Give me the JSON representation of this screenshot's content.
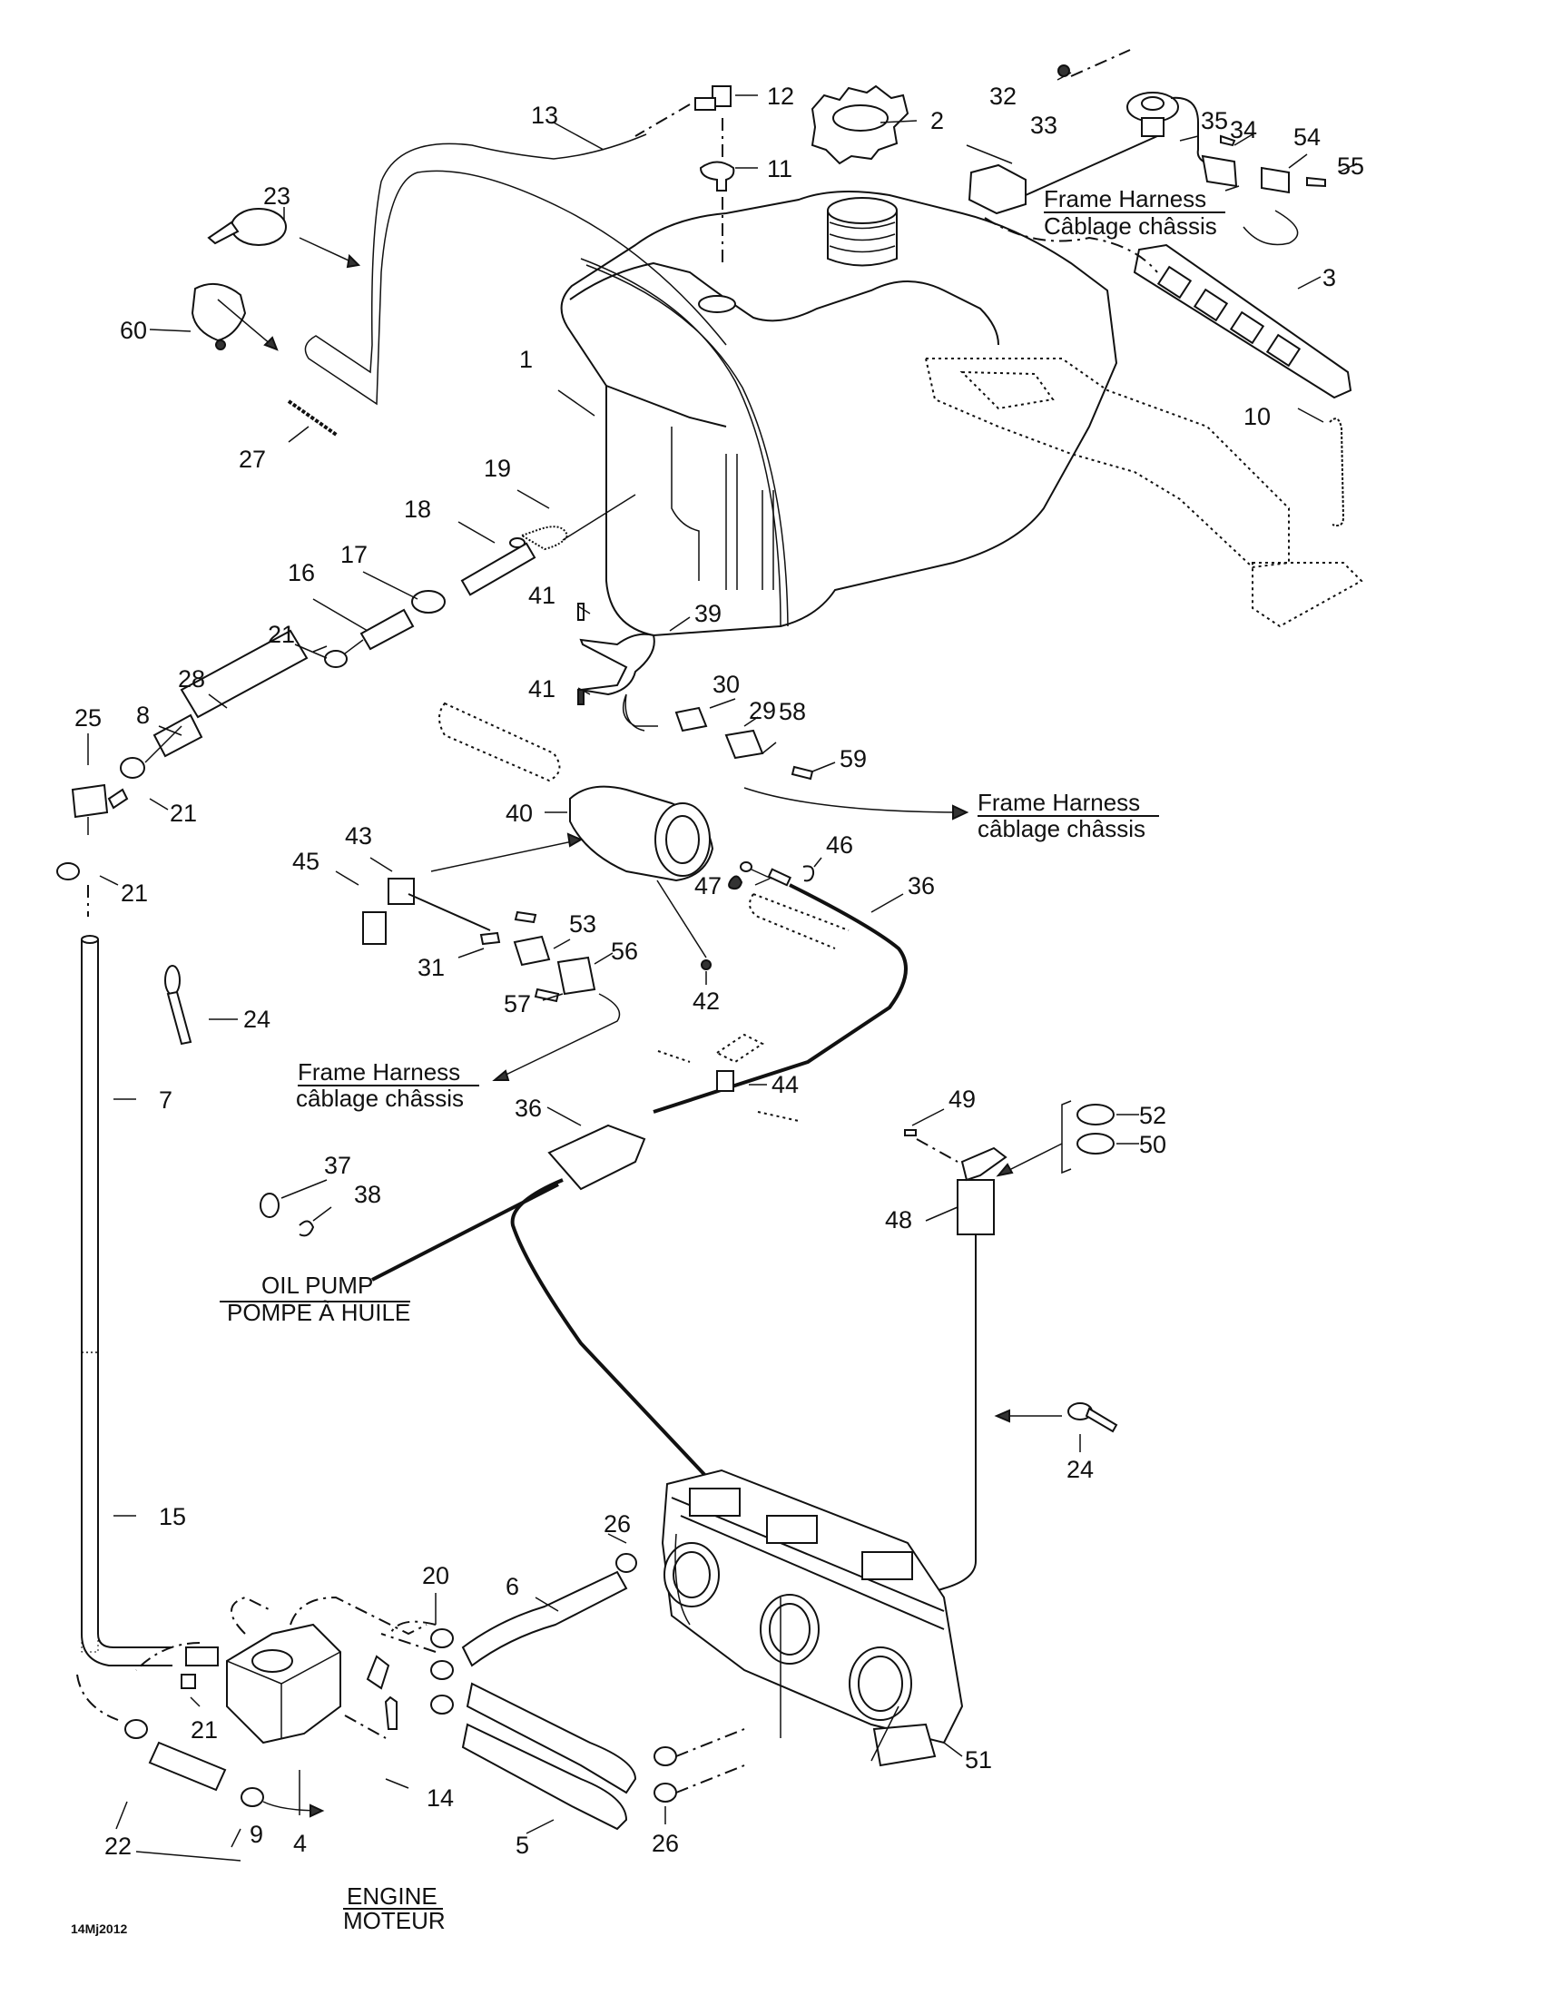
{
  "diagram": {
    "title": "Fuel / Oil System Exploded Parts Diagram",
    "footer_code": "14Mj2012",
    "part_callouts": [
      {
        "id": "p1",
        "label": "1"
      },
      {
        "id": "p2",
        "label": "2"
      },
      {
        "id": "p3",
        "label": "3"
      },
      {
        "id": "p4",
        "label": "4"
      },
      {
        "id": "p5",
        "label": "5"
      },
      {
        "id": "p6",
        "label": "6"
      },
      {
        "id": "p7",
        "label": "7"
      },
      {
        "id": "p8",
        "label": "8"
      },
      {
        "id": "p9",
        "label": "9"
      },
      {
        "id": "p10",
        "label": "10"
      },
      {
        "id": "p11",
        "label": "11"
      },
      {
        "id": "p12",
        "label": "12"
      },
      {
        "id": "p13",
        "label": "13"
      },
      {
        "id": "p14",
        "label": "14"
      },
      {
        "id": "p15",
        "label": "15"
      },
      {
        "id": "p16",
        "label": "16"
      },
      {
        "id": "p17",
        "label": "17"
      },
      {
        "id": "p18",
        "label": "18"
      },
      {
        "id": "p19",
        "label": "19"
      },
      {
        "id": "p20",
        "label": "20"
      },
      {
        "id": "p21a",
        "label": "21"
      },
      {
        "id": "p21b",
        "label": "21"
      },
      {
        "id": "p21c",
        "label": "21"
      },
      {
        "id": "p21d",
        "label": "21"
      },
      {
        "id": "p22",
        "label": "22"
      },
      {
        "id": "p23",
        "label": "23"
      },
      {
        "id": "p24a",
        "label": "24"
      },
      {
        "id": "p24b",
        "label": "24"
      },
      {
        "id": "p25",
        "label": "25"
      },
      {
        "id": "p26a",
        "label": "26"
      },
      {
        "id": "p26b",
        "label": "26"
      },
      {
        "id": "p27",
        "label": "27"
      },
      {
        "id": "p28",
        "label": "28"
      },
      {
        "id": "p29",
        "label": "29"
      },
      {
        "id": "p30",
        "label": "30"
      },
      {
        "id": "p31",
        "label": "31"
      },
      {
        "id": "p32",
        "label": "32"
      },
      {
        "id": "p33",
        "label": "33"
      },
      {
        "id": "p34",
        "label": "34"
      },
      {
        "id": "p35",
        "label": "35"
      },
      {
        "id": "p36a",
        "label": "36"
      },
      {
        "id": "p36b",
        "label": "36"
      },
      {
        "id": "p37",
        "label": "37"
      },
      {
        "id": "p38",
        "label": "38"
      },
      {
        "id": "p39",
        "label": "39"
      },
      {
        "id": "p40",
        "label": "40"
      },
      {
        "id": "p41a",
        "label": "41"
      },
      {
        "id": "p41b",
        "label": "41"
      },
      {
        "id": "p42",
        "label": "42"
      },
      {
        "id": "p43",
        "label": "43"
      },
      {
        "id": "p44",
        "label": "44"
      },
      {
        "id": "p45",
        "label": "45"
      },
      {
        "id": "p46",
        "label": "46"
      },
      {
        "id": "p47",
        "label": "47"
      },
      {
        "id": "p48",
        "label": "48"
      },
      {
        "id": "p49",
        "label": "49"
      },
      {
        "id": "p50",
        "label": "50"
      },
      {
        "id": "p51",
        "label": "51"
      },
      {
        "id": "p52",
        "label": "52"
      },
      {
        "id": "p53",
        "label": "53"
      },
      {
        "id": "p54",
        "label": "54"
      },
      {
        "id": "p55",
        "label": "55"
      },
      {
        "id": "p56",
        "label": "56"
      },
      {
        "id": "p57",
        "label": "57"
      },
      {
        "id": "p58",
        "label": "58"
      },
      {
        "id": "p59",
        "label": "59"
      },
      {
        "id": "p60",
        "label": "60"
      }
    ],
    "notes": {
      "frame_harness_top": {
        "en": "Frame Harness",
        "fr": "Câblage châssis"
      },
      "frame_harness_mid": {
        "en": "Frame Harness",
        "fr": "câblage châssis"
      },
      "frame_harness_left": {
        "en": "Frame Harness",
        "fr": "câblage châssis"
      },
      "oil_pump": {
        "en": "OIL PUMP",
        "fr": "POMPE À HUILE"
      },
      "engine": {
        "en": "ENGINE",
        "fr": "MOTEUR"
      }
    }
  }
}
